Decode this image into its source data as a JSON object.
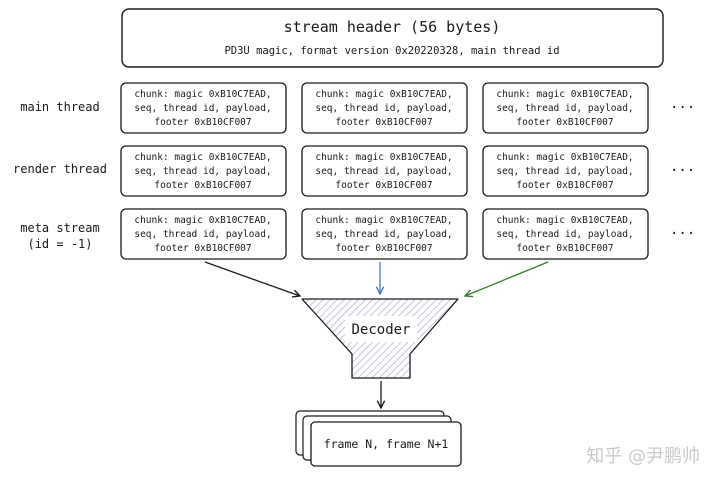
{
  "header": {
    "title": "stream header (56 bytes)",
    "subtitle": "PD3U magic, format version 0x20220328, main thread id"
  },
  "rows": [
    {
      "label_lines": [
        "main thread"
      ]
    },
    {
      "label_lines": [
        "render thread"
      ]
    },
    {
      "label_lines": [
        "meta stream",
        "(id = -1)"
      ]
    }
  ],
  "chunk": {
    "lines": [
      "chunk: magic 0xB10C7EAD,",
      "seq, thread id, payload,",
      "footer 0xB10CF007"
    ]
  },
  "ellipsis": "···",
  "decoder": {
    "label": "Decoder"
  },
  "frames": {
    "label": "frame N, frame N+1"
  },
  "watermark": "知乎 @尹鹏帅",
  "colors": {
    "stroke": "#1a1a1a",
    "arrow_center": "#3a7bbf",
    "arrow_right": "#3a7a2e",
    "hatch": "#9aa3c4"
  }
}
